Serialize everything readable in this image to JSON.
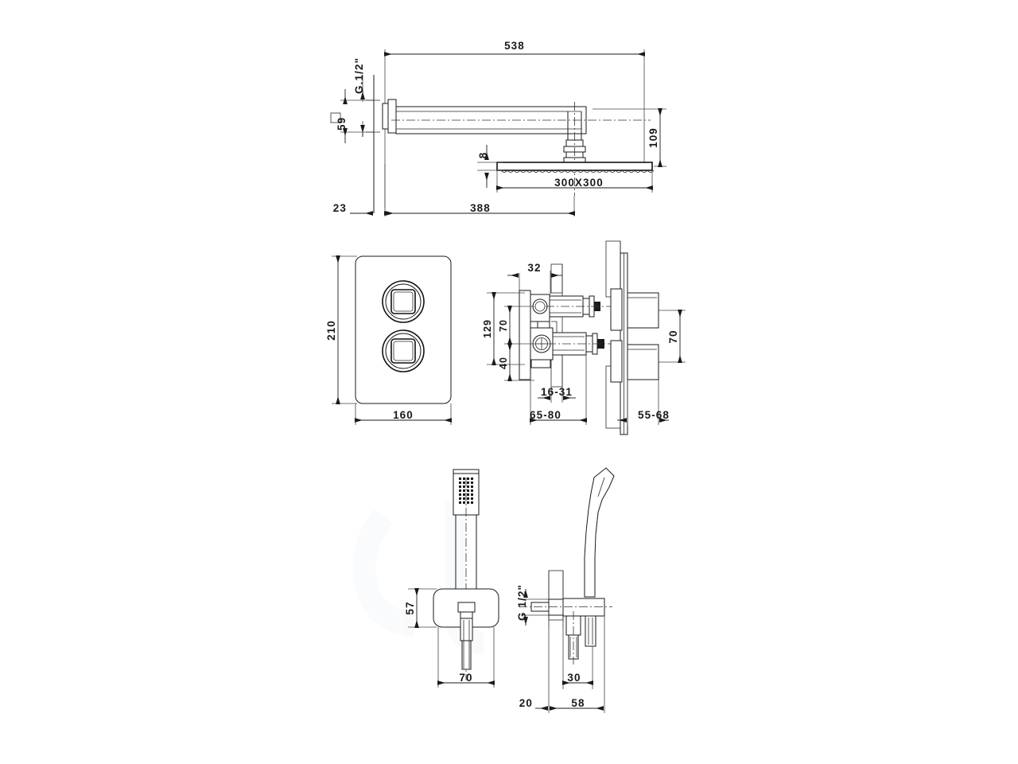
{
  "document": {
    "type": "technical-drawing",
    "subject": "Concealed thermostatic shower set — dimensional drawing",
    "background_color": "#ffffff",
    "line_color": "#1a1a1a"
  },
  "views": {
    "shower_arm_head": {
      "name": "Wall-mounted shower arm with square rain head — side elevation",
      "dimensions": {
        "overall_projection": "538",
        "wall_plate_square": "59",
        "thread": "G.1/2\"",
        "drop_to_head": "109",
        "head_thickness": "8",
        "head_size": "300X300",
        "plate_offset": "23",
        "arm_to_head_center": "388"
      }
    },
    "faceplate": {
      "name": "Control faceplate — front elevation",
      "dimensions": {
        "height": "210",
        "width": "160"
      },
      "handles": 2
    },
    "valve_body": {
      "name": "Concealed valve body — section view",
      "dimensions": {
        "top_offset": "32",
        "overall_spread": "129",
        "handle_spacing": "70",
        "lower_offset": "40",
        "wall_depth_range": "16-31",
        "body_depth_range": "65-80"
      }
    },
    "valve_side": {
      "name": "Installed valve — side section against wall",
      "dimensions": {
        "handle_spacing": "70",
        "projection_range": "55-68"
      }
    },
    "handshower_front": {
      "name": "Handshower with wall outlet bracket — front elevation",
      "dimensions": {
        "bracket_height": "57",
        "bracket_width": "70"
      }
    },
    "handshower_side": {
      "name": "Handshower wall outlet — side section",
      "dimensions": {
        "thread": "G 1/2\"",
        "outlet_projection": "30",
        "wall_thickness": "20",
        "total_projection": "58"
      }
    }
  },
  "labels": {
    "d_538": "538",
    "d_59": "59",
    "d_g12_arm": "G.1/2\"",
    "d_109": "109",
    "d_8": "8",
    "d_300x300": "300X300",
    "d_23": "23",
    "d_388": "388",
    "d_210": "210",
    "d_160": "160",
    "d_32": "32",
    "d_129": "129",
    "d_70_valve": "70",
    "d_40": "40",
    "d_16_31": "16-31",
    "d_65_80": "65-80",
    "d_70_side": "70",
    "d_55_68": "55-68",
    "d_57": "57",
    "d_70_bracket": "70",
    "d_g12_hand": "G 1/2\"",
    "d_30": "30",
    "d_20": "20",
    "d_58": "58",
    "square_symbol": "□"
  }
}
